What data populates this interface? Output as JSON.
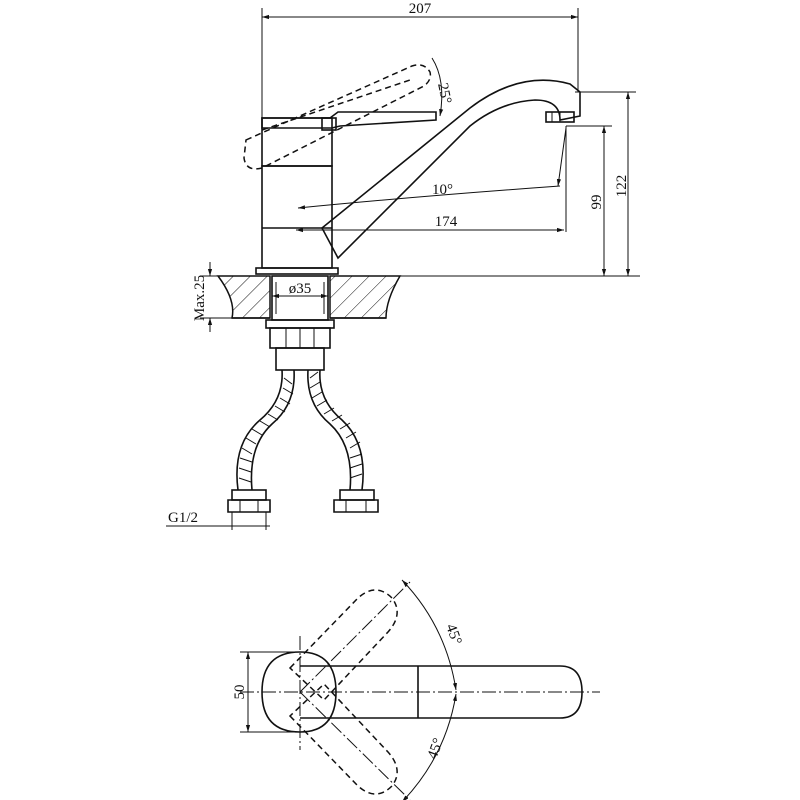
{
  "dimensions": {
    "overall_width": "207",
    "handle_angle": "25°",
    "spout_angle": "10°",
    "spout_reach": "174",
    "height_spout": "99",
    "height_total": "122",
    "mount_max": "Max.25",
    "hole_diameter": "ø35",
    "connection_thread": "G1/2",
    "body_width": "50",
    "swivel_angle_top": "45°",
    "swivel_angle_bottom": "45°"
  }
}
